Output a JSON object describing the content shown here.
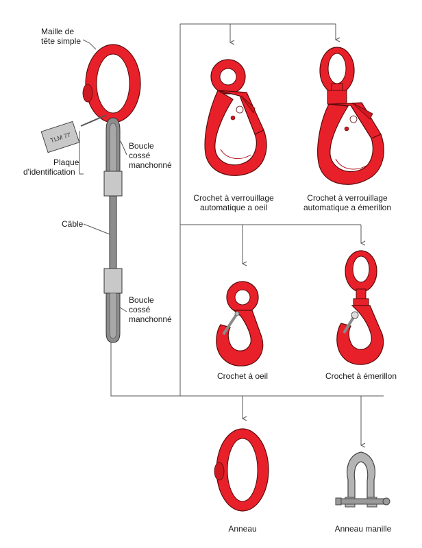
{
  "colors": {
    "component_red": "#e8202a",
    "outline": "#5a0a0a",
    "cable_gray": "#8c8c8c",
    "sleeve_gray": "#c8c8c8",
    "shackle_gray": "#b4b4b4",
    "connector_line": "#555555",
    "label_text": "#1a1a1a"
  },
  "labels": {
    "master_link": {
      "line1": "Maille de",
      "line2": "tête simple"
    },
    "id_plate": {
      "line1": "Plaque",
      "line2": "d'identification",
      "plate_text": "TLM 77"
    },
    "top_loop": {
      "line1": "Boucle",
      "line2": "cossé",
      "line3": "manchonné"
    },
    "cable": "Câble",
    "bottom_loop": {
      "line1": "Boucle",
      "line2": "cossé",
      "line3": "manchonné"
    },
    "self_locking_eye_hook": {
      "line1": "Crochet à verrouillage",
      "line2": "automatique a oeil"
    },
    "self_locking_swivel_hook": {
      "line1": "Crochet à verrouillage",
      "line2": "automatique a émerillon"
    },
    "eye_hook": "Crochet à oeil",
    "swivel_hook": "Crochet à émerillon",
    "ring": "Anneau",
    "shackle_ring": "Anneau manille"
  },
  "icons": {
    "master_link": "oval-link-icon",
    "id_plate": "tag-icon",
    "cable": "wire-rope-icon",
    "self_locking_eye_hook": "self-locking-hook-icon",
    "self_locking_swivel_hook": "swivel-self-locking-hook-icon",
    "eye_hook": "eye-hook-icon",
    "swivel_hook": "swivel-hook-icon",
    "ring": "oval-ring-icon",
    "shackle": "bow-shackle-icon"
  }
}
